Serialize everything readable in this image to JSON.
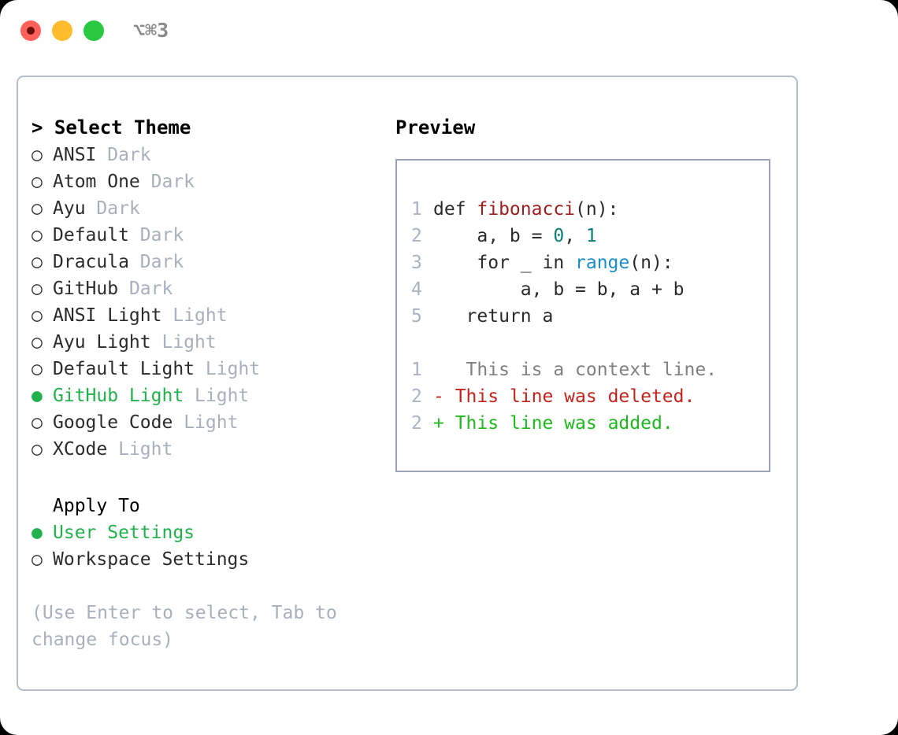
{
  "titlebar": {
    "shortcut": "⌥⌘3",
    "buttons": [
      {
        "name": "close",
        "color": "#ff6059"
      },
      {
        "name": "minimize",
        "color": "#ffbd2e"
      },
      {
        "name": "maximize",
        "color": "#28c840"
      }
    ]
  },
  "left": {
    "header": "> Select Theme",
    "themes": [
      {
        "bullet": "○",
        "name": "ANSI",
        "variant": "Dark",
        "selected": false
      },
      {
        "bullet": "○",
        "name": "Atom One",
        "variant": "Dark",
        "selected": false
      },
      {
        "bullet": "○",
        "name": "Ayu",
        "variant": "Dark",
        "selected": false
      },
      {
        "bullet": "○",
        "name": "Default",
        "variant": "Dark",
        "selected": false
      },
      {
        "bullet": "○",
        "name": "Dracula",
        "variant": "Dark",
        "selected": false
      },
      {
        "bullet": "○",
        "name": "GitHub",
        "variant": "Dark",
        "selected": false
      },
      {
        "bullet": "○",
        "name": "ANSI Light",
        "variant": "Light",
        "selected": false
      },
      {
        "bullet": "○",
        "name": "Ayu Light",
        "variant": "Light",
        "selected": false
      },
      {
        "bullet": "○",
        "name": "Default Light",
        "variant": "Light",
        "selected": false
      },
      {
        "bullet": "●",
        "name": "GitHub Light",
        "variant": "Light",
        "selected": true
      },
      {
        "bullet": "○",
        "name": "Google Code",
        "variant": "Light",
        "selected": false
      },
      {
        "bullet": "○",
        "name": "XCode",
        "variant": "Light",
        "selected": false
      }
    ],
    "apply_to_header": "Apply To",
    "apply_to_options": [
      {
        "bullet": "●",
        "label": "User Settings",
        "selected": true
      },
      {
        "bullet": "○",
        "label": "Workspace Settings",
        "selected": false
      }
    ],
    "hint": "(Use Enter to select, Tab to change focus)"
  },
  "right": {
    "header": "Preview",
    "code_lines": [
      {
        "ln": "1",
        "tokens": [
          {
            "t": "def ",
            "c": "plain"
          },
          {
            "t": "fibonacci",
            "c": "func"
          },
          {
            "t": "(n):",
            "c": "plain"
          }
        ]
      },
      {
        "ln": "2",
        "tokens": [
          {
            "t": "    a, b = ",
            "c": "plain"
          },
          {
            "t": "0",
            "c": "num"
          },
          {
            "t": ", ",
            "c": "plain"
          },
          {
            "t": "1",
            "c": "num"
          }
        ]
      },
      {
        "ln": "3",
        "tokens": [
          {
            "t": "    for _ in ",
            "c": "plain"
          },
          {
            "t": "range",
            "c": "call"
          },
          {
            "t": "(n):",
            "c": "plain"
          }
        ]
      },
      {
        "ln": "4",
        "tokens": [
          {
            "t": "        a, b = b, a + b",
            "c": "plain"
          }
        ]
      },
      {
        "ln": "5",
        "tokens": [
          {
            "t": "   return a",
            "c": "plain"
          }
        ]
      }
    ],
    "diff_lines": [
      {
        "ln": "1",
        "marker": " ",
        "text": "  This is a context line.",
        "kind": "ctx"
      },
      {
        "ln": "2",
        "marker": "-",
        "text": " This line was deleted.",
        "kind": "del"
      },
      {
        "ln": "2",
        "marker": "+",
        "text": " This line was added.",
        "kind": "add"
      }
    ]
  },
  "colors": {
    "accent_green": "#22b14c",
    "diff_add": "#1fb81f",
    "diff_del": "#c0241c",
    "diff_ctx": "#808080",
    "muted": "#a8b0bd",
    "panel_border": "#b4bcca",
    "preview_border": "#9aa4b5",
    "token_func": "#9e1d1d",
    "token_num": "#0d7d77",
    "token_call": "#1a8cc8"
  }
}
